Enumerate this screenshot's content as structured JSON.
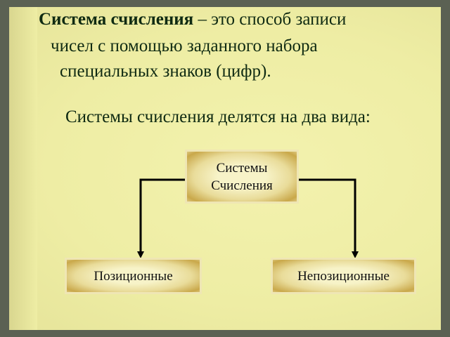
{
  "definition": {
    "term": "Система счисления",
    "rest_line1": " – это способ записи",
    "line2": "чисел с помощью заданного набора",
    "line3": "специальных знаков (цифр)."
  },
  "subtitle": "Системы счисления делятся на два вида:",
  "diagram": {
    "root": {
      "line1": "Системы",
      "line2": "Счисления"
    },
    "left": "Позиционные",
    "right": "Непозиционные"
  }
}
